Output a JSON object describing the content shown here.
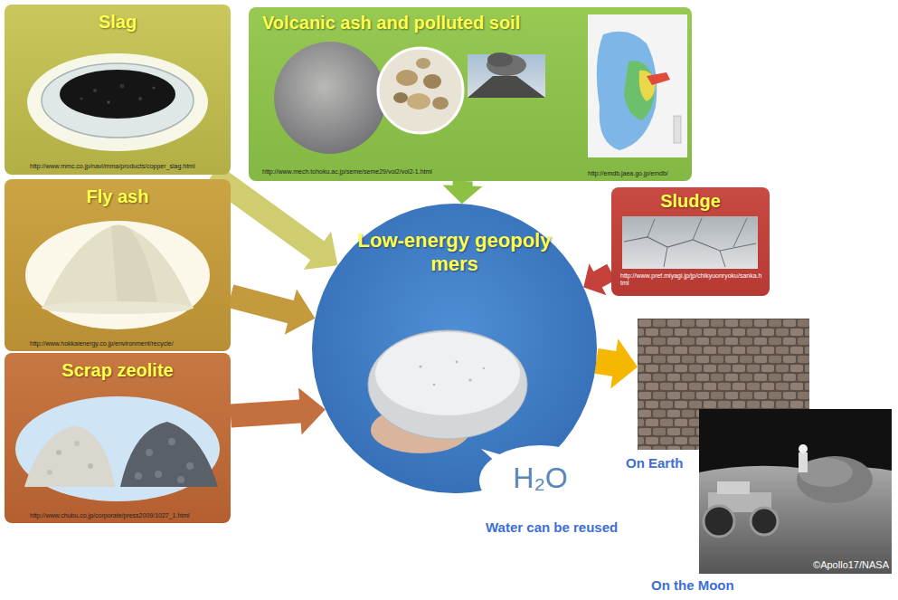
{
  "diagram": {
    "nodes": [
      {
        "text": [
          "Slag",
          "http://www.mmc.co.jp/navi/mma/products/copper_slag.html"
        ]
      },
      {
        "text": [
          "Volcanic ash and polluted soil",
          "http://www.mech.tohoku.ac.jp/seme/seme29/vol2/vol2-1.html",
          "http://emdb.jaea.go.jp/emdb/"
        ]
      },
      {
        "text": [
          "Fly ash",
          "http://www.hokkaienergy.co.jp/environment/recycle/"
        ]
      },
      {
        "text": [
          "Sludge",
          "http://www.pref.miyagi.jp/jp/chikyuonryoku/sanka.html"
        ]
      },
      {
        "text": [
          "Low-energy geopolymers"
        ]
      },
      {
        "text": [
          "H₂O"
        ],
        "in": 4
      },
      {
        "text": [
          "Scrap zeolite",
          "http://www.chubu.co.jp/corporate/press2009/1027_1.html"
        ]
      },
      {
        "text": [
          "On Earth"
        ]
      },
      {
        "text": [
          "©Apollo17/NASA",
          "On the Moon"
        ]
      }
    ],
    "edges": [
      {
        "from": 0,
        "to": 4,
        "arrow": "to"
      },
      {
        "from": 1,
        "to": 4,
        "arrow": "to"
      },
      {
        "from": 2,
        "to": 4,
        "arrow": "to"
      },
      {
        "from": 6,
        "to": 4,
        "arrow": "to"
      },
      {
        "from": 3,
        "to": 4,
        "arrow": "to"
      },
      {
        "from": 4,
        "to": 7,
        "arrow": "to"
      }
    ],
    "labels": [
      "Water can be reused"
    ]
  }
}
